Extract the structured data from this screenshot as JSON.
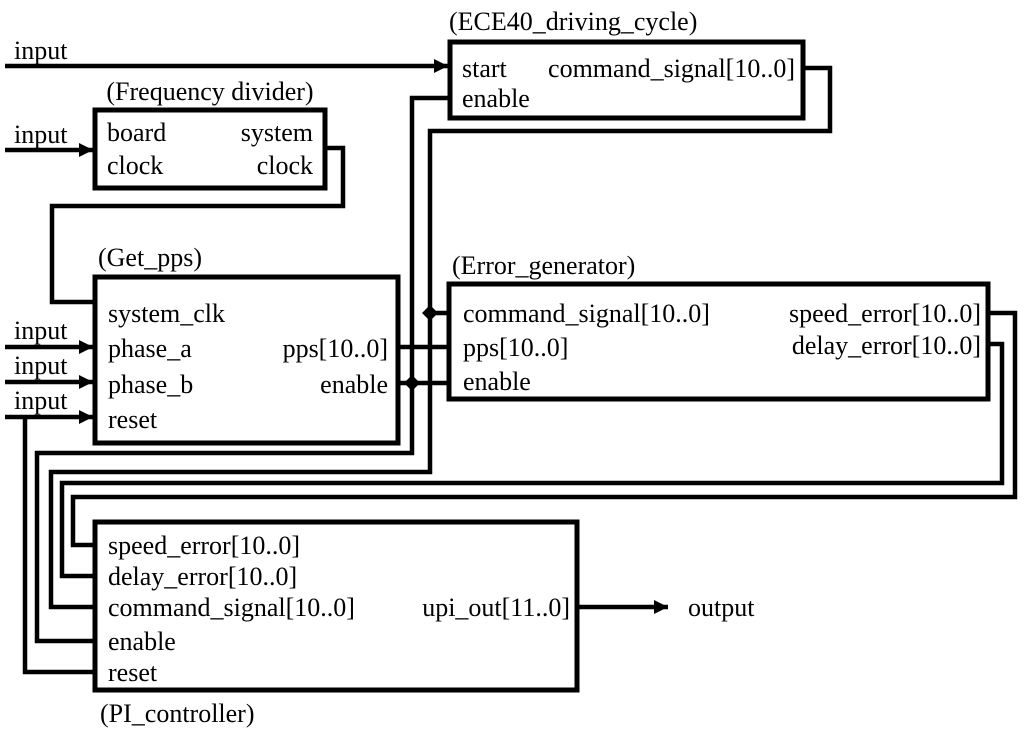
{
  "diagram": {
    "colors": {
      "background": "#ffffff",
      "line": "#000000",
      "text": "#000000"
    },
    "io_labels": {
      "input_start": "input",
      "input_board_clock": "input",
      "input_phase_a": "input",
      "input_phase_b": "input",
      "input_reset": "input",
      "output": "output"
    },
    "blocks": {
      "ece40_driving_cycle": {
        "title": "(ECE40_driving_cycle)",
        "left_ports": [
          "start",
          "enable"
        ],
        "right_ports": [
          "command_signal[10..0]"
        ]
      },
      "frequency_divider": {
        "title": "(Frequency divider)",
        "left_port_line1": "board",
        "left_port_line2": "clock",
        "right_port_line1": "system",
        "right_port_line2": "clock"
      },
      "get_pps": {
        "title": "(Get_pps)",
        "left_ports": [
          "system_clk",
          "phase_a",
          "phase_b",
          "reset"
        ],
        "right_ports": [
          "pps[10..0]",
          "enable"
        ]
      },
      "error_generator": {
        "title": "(Error_generator)",
        "left_ports": [
          "command_signal[10..0]",
          "pps[10..0]",
          "enable"
        ],
        "right_ports": [
          "speed_error[10..0]",
          "delay_error[10..0]"
        ]
      },
      "pi_controller": {
        "title": "(PI_controller)",
        "left_ports": [
          "speed_error[10..0]",
          "delay_error[10..0]",
          "command_signal[10..0]",
          "enable",
          "reset"
        ],
        "right_ports": [
          "upi_out[11..0]"
        ]
      }
    }
  }
}
